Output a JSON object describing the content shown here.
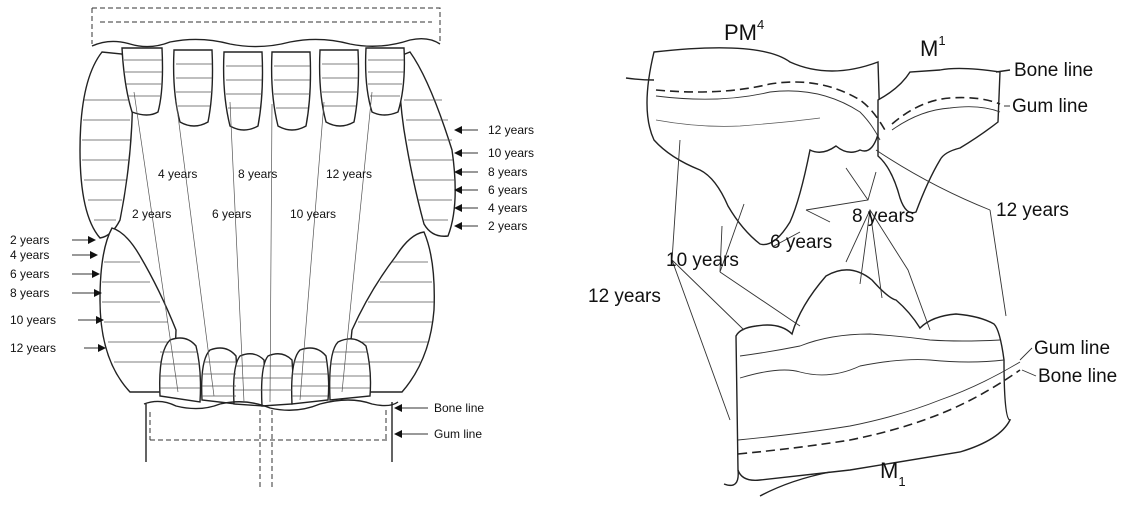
{
  "left_panel": {
    "upper_lower_labels": [
      "12 years",
      "10 years",
      "8 years",
      "6 years",
      "4 years",
      "2 years"
    ],
    "lower_side_labels": [
      "2 years",
      "4 years",
      "6 years",
      "8 years",
      "10 years",
      "12 years"
    ],
    "inner_upper_labels": [
      "4 years",
      "8 years",
      "12 years"
    ],
    "inner_lower_labels": [
      "2 years",
      "6 years",
      "10 years"
    ],
    "bone_line": "Bone line",
    "gum_line": "Gum line"
  },
  "right_panel": {
    "pm4_base": "PM",
    "pm4_sup": "4",
    "m1_upper_base": "M",
    "m1_upper_sup": "1",
    "m1_lower_base": "M",
    "m1_lower_sub": "1",
    "bone_line_top": "Bone line",
    "gum_line_top": "Gum line",
    "gum_line_bottom": "Gum line",
    "bone_line_bottom": "Bone line",
    "label_8": "8 years",
    "label_12_right": "12 years",
    "label_6": "6 years",
    "label_10": "10 years",
    "label_12_left": "12 years"
  }
}
